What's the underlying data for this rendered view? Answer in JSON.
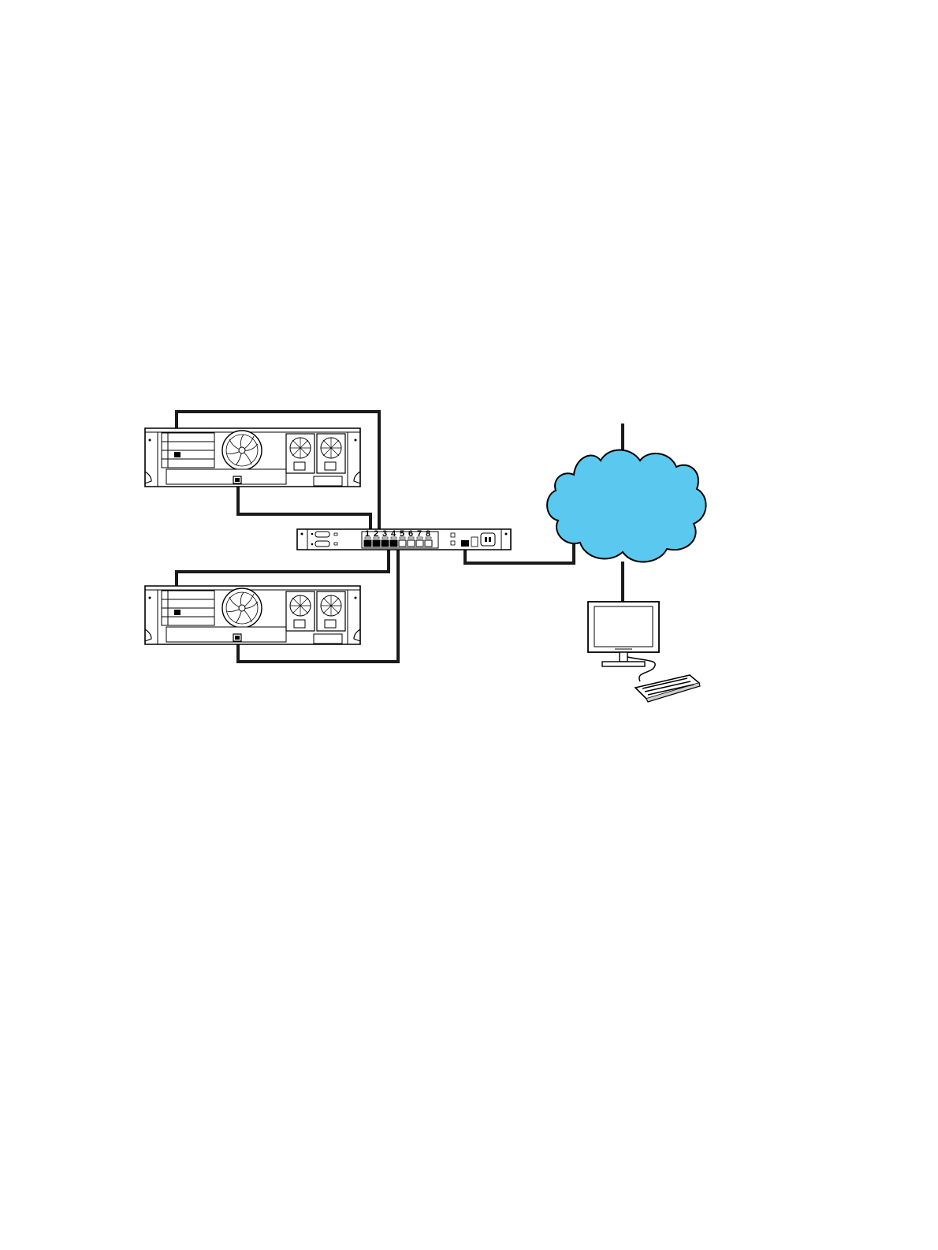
{
  "switch": {
    "port_labels": [
      "1",
      "2",
      "3",
      "4",
      "5",
      "6",
      "7",
      "8"
    ]
  },
  "colors": {
    "cloud_fill": "#5bc8f0",
    "cable": "#1a1a1a",
    "outline": "#000000",
    "device_fill": "#ffffff"
  },
  "icons": {
    "top_server": "rack-server-icon",
    "bottom_server": "rack-server-icon",
    "switch": "network-switch-icon",
    "cloud": "network-cloud-icon",
    "monitor": "monitor-icon",
    "keyboard": "keyboard-icon"
  }
}
